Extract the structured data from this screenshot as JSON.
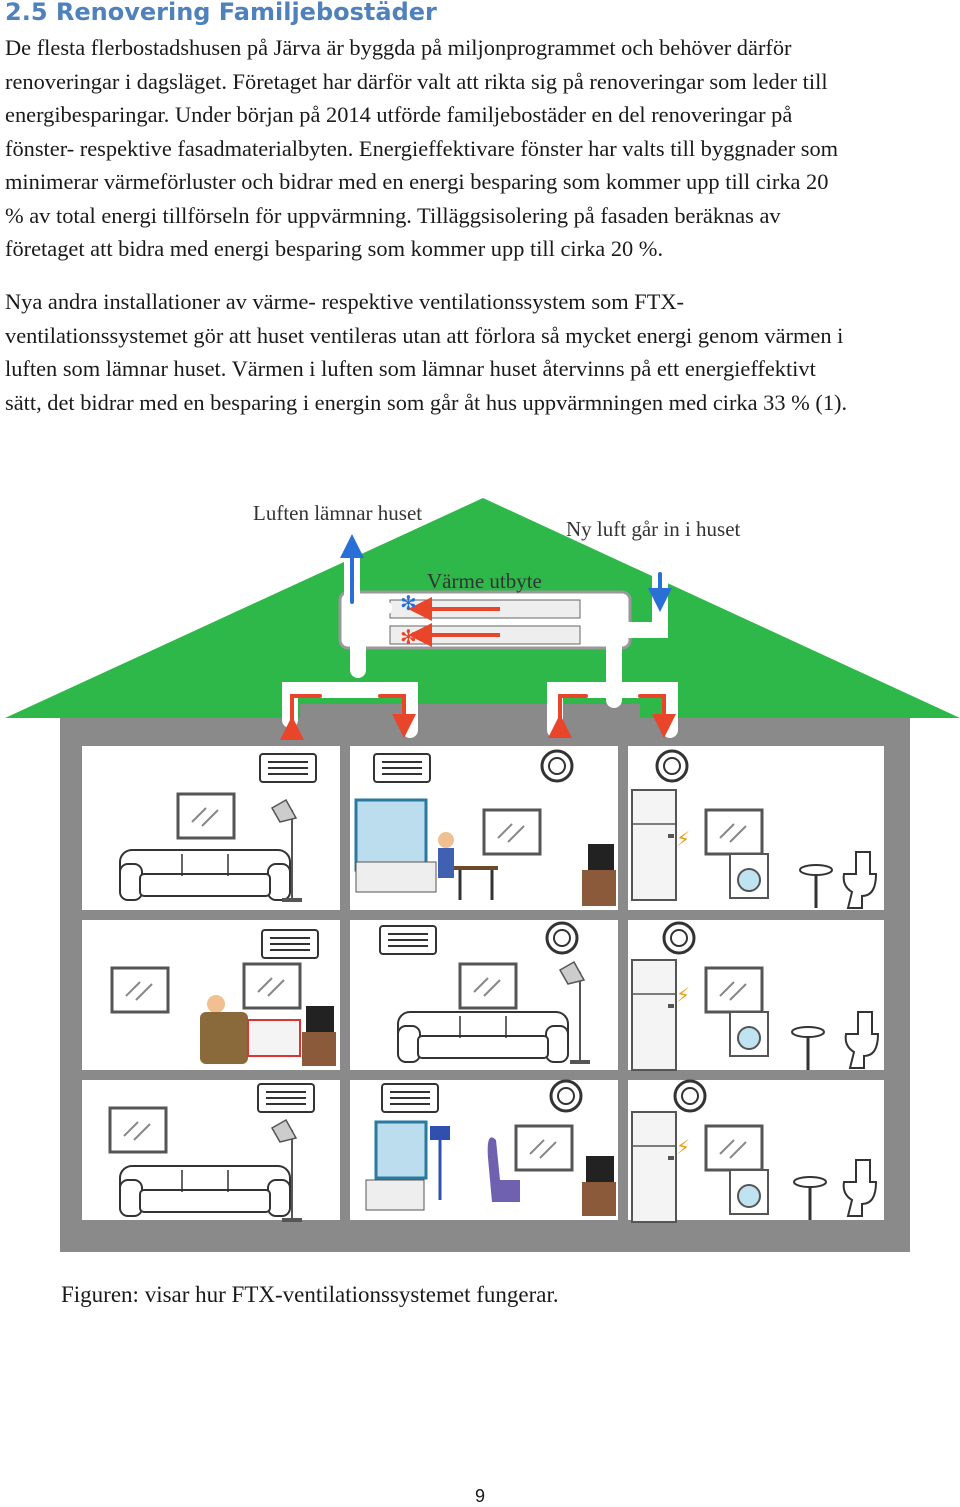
{
  "heading": "2.5 Renovering Familjebostäder",
  "paragraph1": [
    "De flesta flerbostadshusen på Järva är byggda på miljonprogrammet och behöver därför",
    "renoveringar i dagsläget. Företaget har därför valt att rikta sig på renoveringar som leder till",
    "energibesparingar. Under början på 2014 utförde familjebostäder en del renoveringar på",
    "fönster- respektive fasadmaterialbyten. Energieffektivare fönster har valts till byggnader som",
    "minimerar värmeförluster och bidrar med en energi besparing som kommer upp till cirka 20",
    "% av total energi tillförseln för uppvärmning. Tilläggsisolering på fasaden beräknas av",
    "företaget att bidra med energi besparing som kommer upp till cirka 20 %."
  ],
  "paragraph2": [
    "Nya andra installationer av värme- respektive ventilationssystem som FTX-",
    "ventilationssystemet gör att huset ventileras utan att förlora så mycket energi genom värmen i",
    "luften som lämnar huset. Värmen i luften som lämnar huset återvinns på ett energieffektivt",
    "sätt, det bidrar med en besparing i energin som går åt hus uppvärmningen med cirka 33 % (1)."
  ],
  "figure": {
    "label_exhaust": "Luften lämnar huset",
    "label_intake": "Ny luft går in i huset",
    "label_exchange": "Värme utbyte",
    "colors": {
      "roof": "#2fb84a",
      "wall": "#888888",
      "warm_air": "#e8452a",
      "cold_air": "#2a6fd6"
    },
    "room_icons": [
      "sofa-icon",
      "floor-lamp-icon",
      "window-icon",
      "person-at-desk-icon",
      "armchair-icon",
      "radiator-icon",
      "tv-icon",
      "refrigerator-icon",
      "washing-machine-icon",
      "toilet-icon",
      "sink-icon",
      "chair-icon",
      "fireplace-icon"
    ]
  },
  "caption": "Figuren: visar hur FTX-ventilationssystemet fungerar.",
  "page_number": "9"
}
